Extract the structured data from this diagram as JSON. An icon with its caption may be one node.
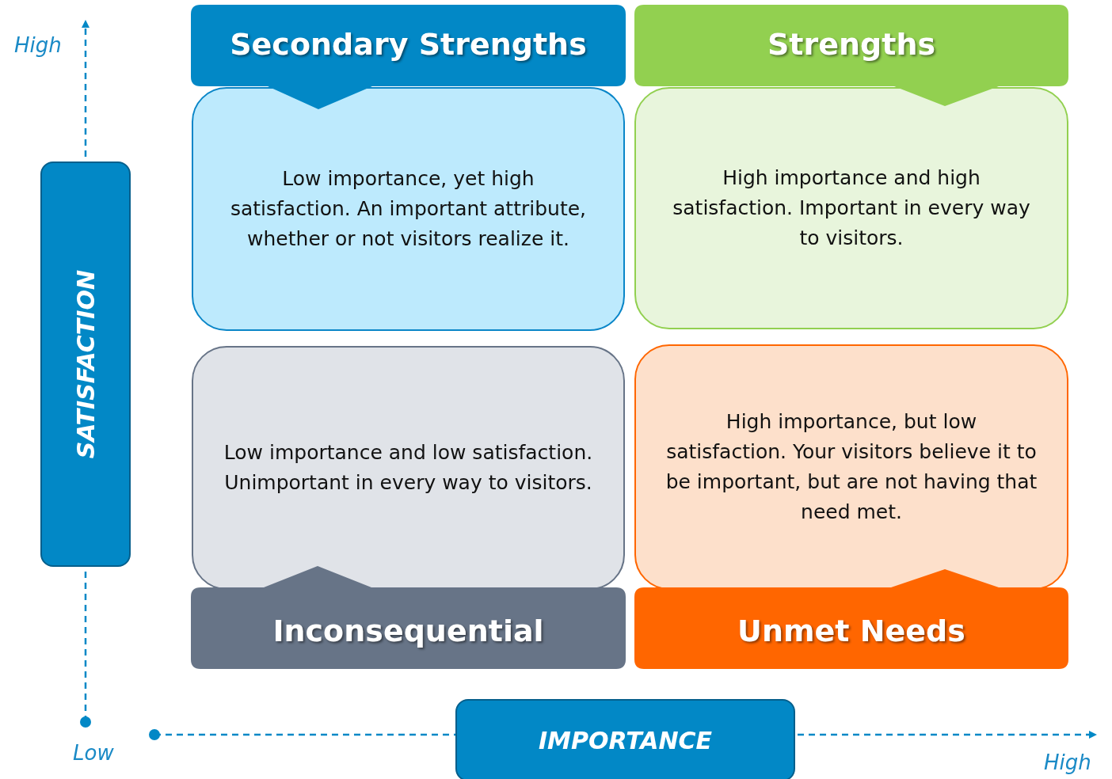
{
  "diagram": {
    "nodes": [
      {
        "text": [
          "Secondary Strengths"
        ]
      },
      {
        "text": [
          "Strengths"
        ]
      },
      {
        "text": [
          "Low importance, yet high satisfaction. An important attribute, whether or not visitors realize it."
        ]
      },
      {
        "text": [
          "High importance and high satisfaction. Important in every way to visitors."
        ]
      },
      {
        "text": [
          "Low importance and low satisfaction. Unimportant in every way to visitors."
        ]
      },
      {
        "text": [
          "High importance, but low satisfaction. Your visitors believe it to be important, but are not having that need met."
        ]
      },
      {
        "text": [
          "Inconsequential"
        ]
      },
      {
        "text": [
          "Unmet Needs"
        ]
      },
      {
        "text": [
          "SATISFACTION"
        ]
      },
      {
        "text": [
          "IMPORTANCE"
        ]
      }
    ],
    "labels": [
      "High",
      "Low",
      "High"
    ]
  }
}
